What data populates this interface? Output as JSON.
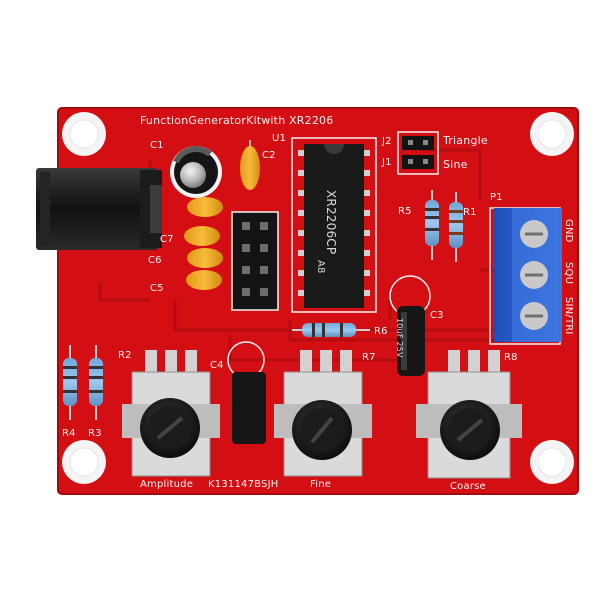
{
  "board": {
    "title": "FunctionGeneratorKitwith XR2206",
    "model_code": "K131147BSJH",
    "colors": {
      "pcb": "#d40f14",
      "pcb_dark": "#a90a0e",
      "silkscreen": "#f4f4f4",
      "terminal_blue": "#2e5fc7"
    }
  },
  "chip": {
    "label": "U1",
    "part": "XR2206CP",
    "suffix": "A8"
  },
  "jumpers": [
    {
      "ref": "J2",
      "label": "Triangle"
    },
    {
      "ref": "J1",
      "label": "Sine"
    }
  ],
  "terminal": {
    "ref": "P1",
    "pins": [
      "GND",
      "SQU",
      "SIN/TRI"
    ]
  },
  "capacitors": [
    "C1",
    "C2",
    "C3",
    "C4",
    "C5",
    "C6",
    "C7"
  ],
  "resistors": [
    "R1",
    "R3",
    "R4",
    "R5",
    "R6"
  ],
  "pots": [
    {
      "ref": "R2",
      "label": "Amplitude"
    },
    {
      "ref": "R7",
      "label": "Fine"
    },
    {
      "ref": "R8",
      "label": "Coarse"
    }
  ],
  "cap_c3_text": "10uF 25V"
}
